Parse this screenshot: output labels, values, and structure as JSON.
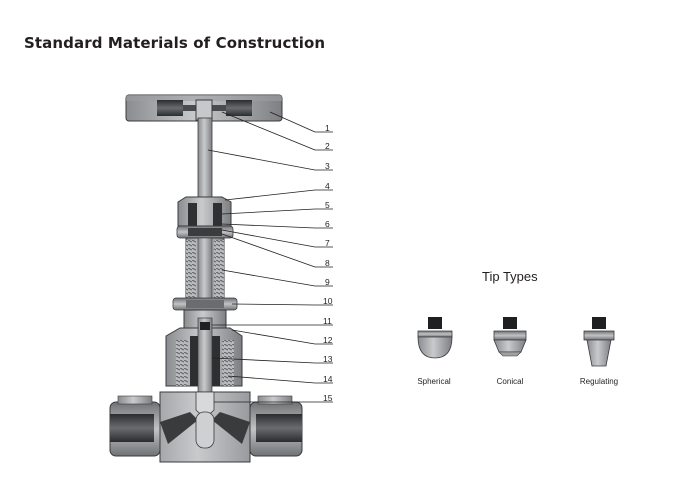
{
  "page": {
    "title": "Standard Materials of Construction"
  },
  "diagram": {
    "callouts": [
      "1",
      "2",
      "3",
      "4",
      "5",
      "6",
      "7",
      "8",
      "9",
      "10",
      "11",
      "12",
      "13",
      "14",
      "15"
    ]
  },
  "tips": {
    "title": "Tip Types",
    "items": [
      {
        "label": "Spherical",
        "icon": "spherical-tip-icon"
      },
      {
        "label": "Conical",
        "icon": "conical-tip-icon"
      },
      {
        "label": "Regulating",
        "icon": "regulating-tip-icon"
      }
    ]
  }
}
